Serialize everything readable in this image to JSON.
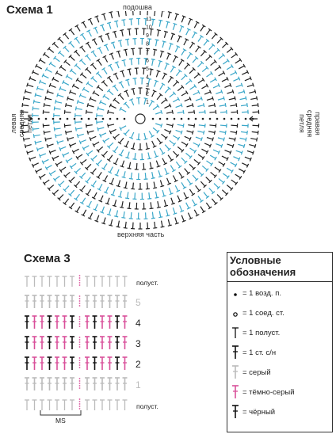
{
  "scheme1": {
    "title": "Схема 1",
    "top_label": "подошва",
    "bottom_label": "верхняя часть",
    "left_label": [
      "левая средняя",
      "петля"
    ],
    "right_label": [
      "правая средняя",
      "петля"
    ],
    "row_numbers": [
      "11",
      "10",
      "9",
      "8",
      "7",
      "6",
      "5",
      "4",
      "3",
      "2",
      "1"
    ],
    "colors": {
      "blue": "#3aa7c9",
      "black": "#222222"
    }
  },
  "scheme3": {
    "title": "Схема 3",
    "rows": [
      {
        "label": "полуст.",
        "kind": "half",
        "color": "grey"
      },
      {
        "label": "5",
        "kind": "dc",
        "color": "grey"
      },
      {
        "label": "4",
        "kind": "dc",
        "color": "black-pink"
      },
      {
        "label": "3",
        "kind": "dc",
        "color": "black-pink"
      },
      {
        "label": "2",
        "kind": "dc",
        "color": "black-pink"
      },
      {
        "label": "1",
        "kind": "dc",
        "color": "grey"
      },
      {
        "label": "полуст.",
        "kind": "half",
        "color": "grey"
      }
    ],
    "bottom_label": "MS",
    "colors": {
      "grey": "#bbbbbb",
      "pink": "#d9509a",
      "black": "#111111"
    }
  },
  "legend": {
    "title": [
      "Условные",
      "обозначения"
    ],
    "items": [
      {
        "symbol": "chain",
        "text": "= 1 возд. п."
      },
      {
        "symbol": "slip",
        "text": "= 1 соед. ст."
      },
      {
        "symbol": "half",
        "text": "= 1 полуст."
      },
      {
        "symbol": "dc",
        "text": "= 1 ст. с/н"
      },
      {
        "symbol": "grey",
        "text": "= серый"
      },
      {
        "symbol": "pink",
        "text": "= тёмно-серый"
      },
      {
        "symbol": "black",
        "text": "= чёрный"
      }
    ]
  }
}
